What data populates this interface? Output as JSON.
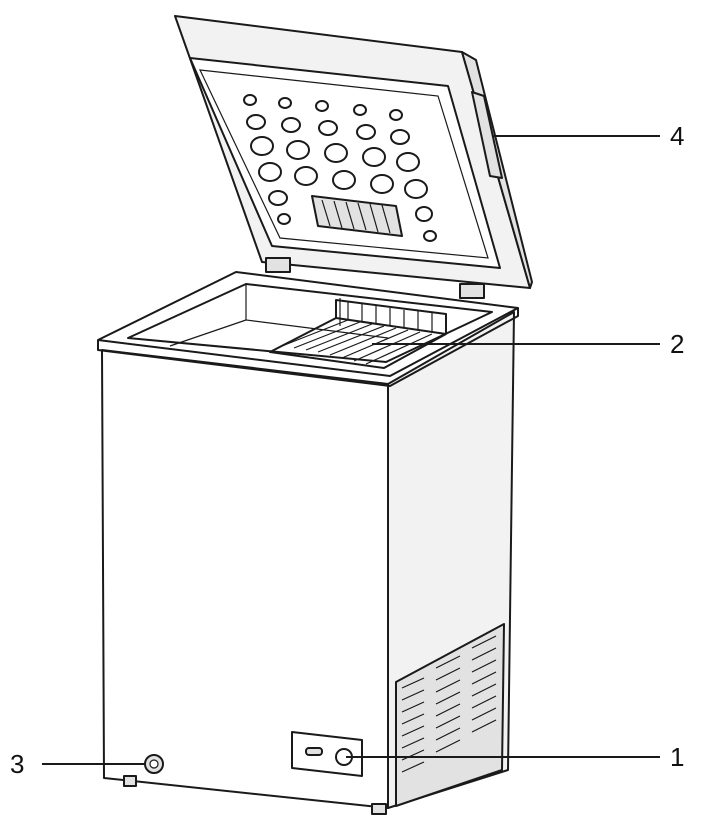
{
  "figure": {
    "callouts": [
      {
        "id": "label-1",
        "text": "1"
      },
      {
        "id": "label-2",
        "text": "2"
      },
      {
        "id": "label-3",
        "text": "3"
      },
      {
        "id": "label-4",
        "text": "4"
      }
    ]
  },
  "colors": {
    "line": "#1a1a1a",
    "background": "#ffffff"
  }
}
